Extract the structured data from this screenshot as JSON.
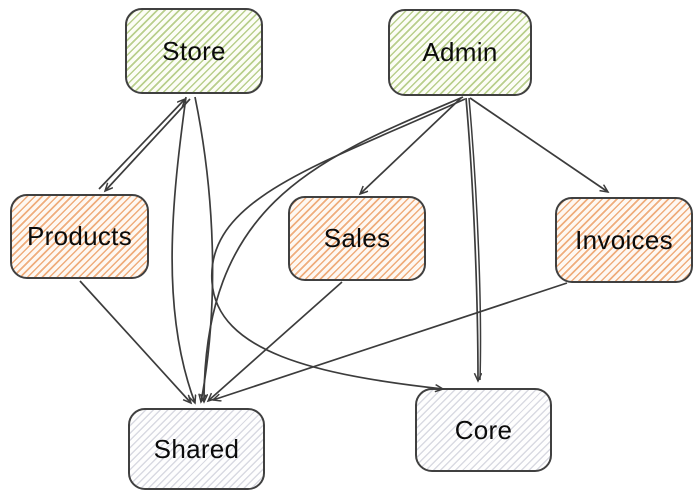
{
  "diagram": {
    "background_color": "#ffffff",
    "edge_color": "#3c3c3c",
    "node_border_color": "#404040",
    "node_text_color": "#0b0b0b",
    "node_styles": {
      "green_stripe": "#b9cf8d",
      "orange_stripe": "#efad7c",
      "gray_stripe": "#d9dae2"
    },
    "nodes": [
      {
        "id": "store",
        "label": "Store",
        "style": "green"
      },
      {
        "id": "admin",
        "label": "Admin",
        "style": "green"
      },
      {
        "id": "products",
        "label": "Products",
        "style": "orange"
      },
      {
        "id": "sales",
        "label": "Sales",
        "style": "orange"
      },
      {
        "id": "invoices",
        "label": "Invoices",
        "style": "orange"
      },
      {
        "id": "shared",
        "label": "Shared",
        "style": "gray"
      },
      {
        "id": "core",
        "label": "Core",
        "style": "gray"
      }
    ],
    "edges": [
      {
        "from": "store",
        "to": "products",
        "shape": "straight"
      },
      {
        "from": "products",
        "to": "store",
        "shape": "straight"
      },
      {
        "from": "store",
        "to": "shared",
        "shape": "spline-bow-left"
      },
      {
        "from": "store",
        "to": "shared",
        "shape": "spline-bow-right"
      },
      {
        "from": "admin",
        "to": "sales",
        "shape": "straight"
      },
      {
        "from": "admin",
        "to": "invoices",
        "shape": "straight"
      },
      {
        "from": "admin",
        "to": "core",
        "shape": "straight-double"
      },
      {
        "from": "admin",
        "to": "core",
        "shape": "curve-left-of-sales"
      },
      {
        "from": "admin",
        "to": "shared",
        "shape": "curve-left-of-sales"
      },
      {
        "from": "products",
        "to": "shared",
        "shape": "straight"
      },
      {
        "from": "sales",
        "to": "shared",
        "shape": "straight"
      },
      {
        "from": "invoices",
        "to": "shared",
        "shape": "straight"
      }
    ]
  }
}
